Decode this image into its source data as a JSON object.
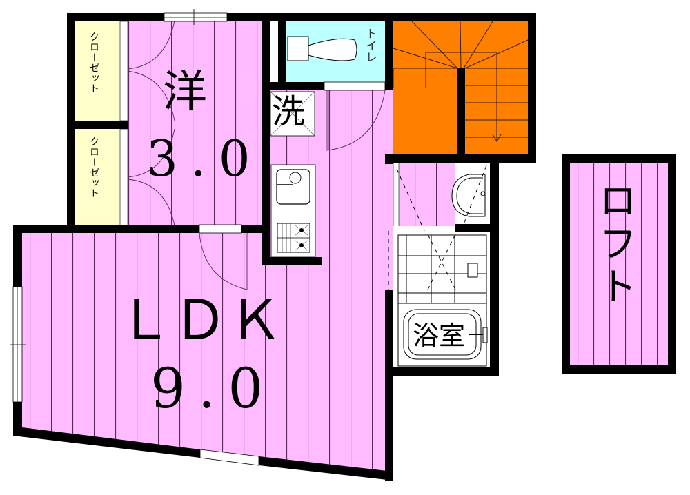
{
  "floorplan": {
    "colors": {
      "wall": "#000000",
      "room_floor": "#ffbbff",
      "closet": "#ffffcc",
      "toilet": "#bbffff",
      "stairs": "#ff8000",
      "wet_area": "#ffffff",
      "floor_lines": "#5a2a5a"
    },
    "rooms": {
      "closet_top": {
        "label": "クローゼット"
      },
      "closet_bottom": {
        "label": "クローゼット"
      },
      "western_room": {
        "label": "洋",
        "size": "3.0"
      },
      "toilet": {
        "label": "トイレ"
      },
      "laundry": {
        "label": "洗"
      },
      "ldk": {
        "label": "ＬＤＫ",
        "size": "9.0"
      },
      "bathroom": {
        "label": "浴室"
      },
      "loft": {
        "label": "ロフト"
      }
    },
    "fixtures": [
      "toilet-bowl",
      "kitchen-sink",
      "gas-stove",
      "washbasin",
      "bathtub",
      "shower",
      "staircase"
    ]
  }
}
